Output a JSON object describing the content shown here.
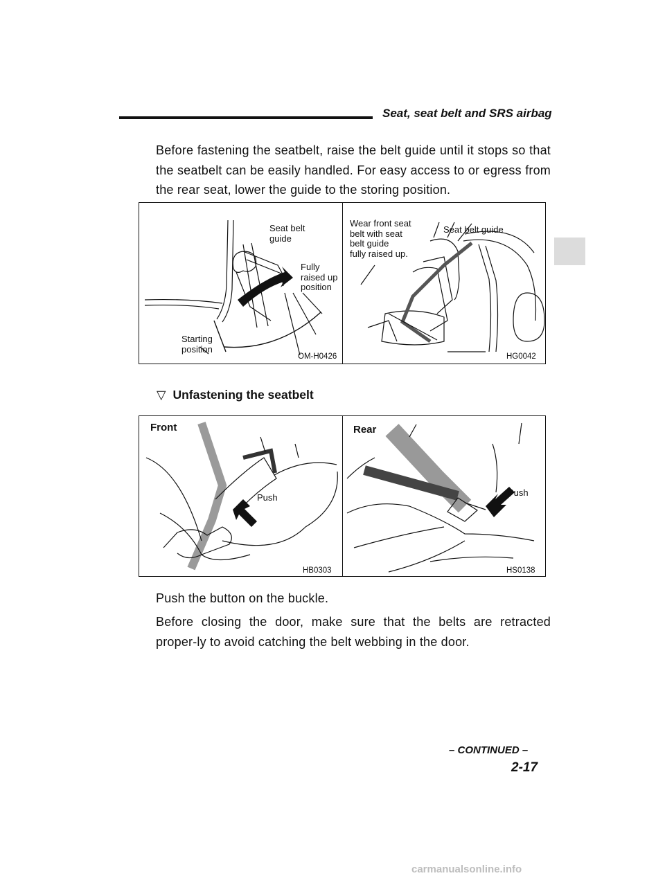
{
  "header": {
    "title": "Seat, seat belt and SRS airbag"
  },
  "paragraphs": {
    "intro": "Before fastening the seatbelt, raise the belt guide until it stops so that the seatbelt can be easily handled. For easy access to or egress from the rear seat, lower the guide to the storing position.",
    "push_button": "Push the button on the buckle.",
    "before_closing": "Before closing the door, make sure that the belts are retracted proper-ly to avoid catching the belt webbing in the door."
  },
  "figure1": {
    "left": {
      "seat_belt_guide": "Seat belt\nguide",
      "fully_raised": "Fully\nraised up\nposition",
      "starting": "Starting\nposition",
      "code": "OM-H0426"
    },
    "right": {
      "wear_front": "Wear front seat\nbelt with seat\nbelt guide\nfully raised up.",
      "seat_belt_guide": "Seat belt guide",
      "code": "HG0042"
    }
  },
  "section": {
    "marker": "▽",
    "title": "Unfastening the seatbelt"
  },
  "figure2": {
    "left": {
      "label": "Front",
      "push": "Push",
      "code": "HB0303"
    },
    "right": {
      "label": "Rear",
      "push": "Push",
      "code": "HS0138"
    }
  },
  "footer": {
    "continued": "– CONTINUED –",
    "page_number": "2-17"
  },
  "watermark": "carmanualsonline.info"
}
